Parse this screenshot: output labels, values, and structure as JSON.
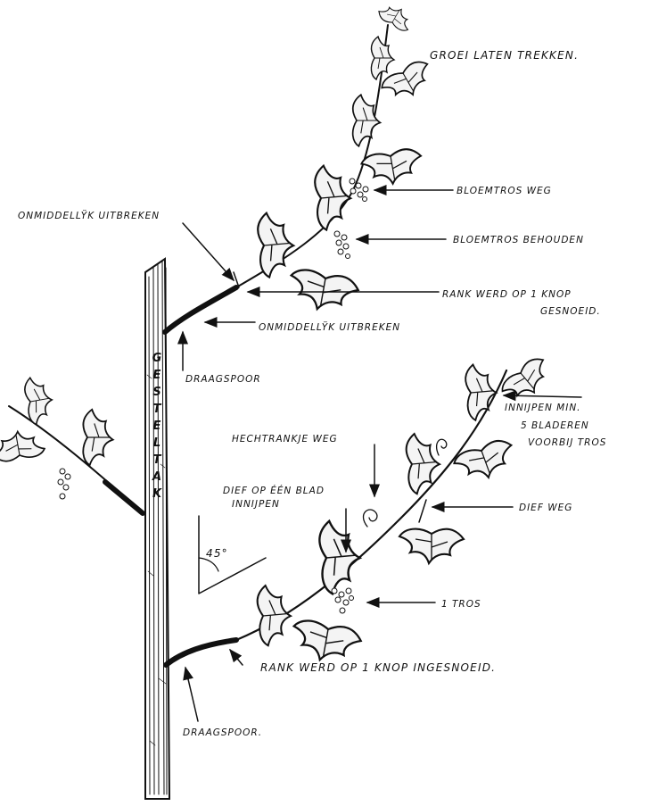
{
  "trunk_label": "GESTELTAK",
  "angle_label": "45°",
  "labels": {
    "groei": "GROEI LATEN TREKKEN.",
    "bloemtros_weg": "BLOEMTROS WEG",
    "bloemtros_behouden": "BLOEMTROS BEHOUDEN",
    "onmiddellijk_top": "ONMIDDELLŸK UITBREKEN",
    "rank_knop_1": "RANK WERD OP 1 KNOP",
    "rank_knop_2": "GESNOEID.",
    "onmiddellijk_mid": "ONMIDDELLŸK UITBREKEN",
    "draagspoor_top": "DRAAGSPOOR",
    "innijpen_1": "INNIJPEN MIN.",
    "innijpen_2": "5 BLADEREN",
    "innijpen_3": "VOORBIJ TROS",
    "hechtrankje": "HECHTRANKJE WEG",
    "dief_blad_1": "DIEF OP ÉÉN BLAD",
    "dief_blad_2": "INNIJPEN",
    "dief_weg": "DIEF WEG",
    "een_tros": "1 TROS",
    "rank_ingesnoeid": "RANK WERD OP 1 KNOP INGESNOEID.",
    "draagspoor_bottom": "DRAAGSPOOR."
  }
}
